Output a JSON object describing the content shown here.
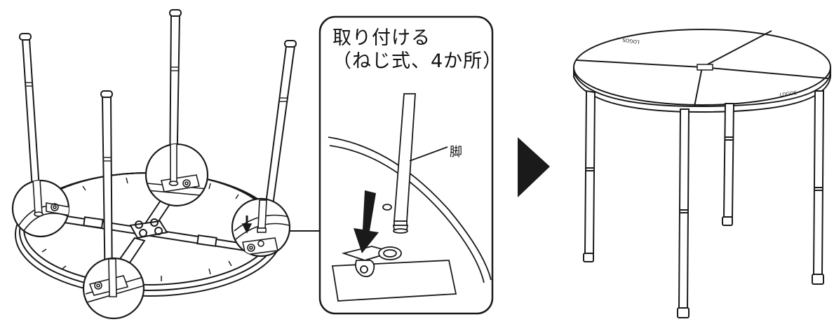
{
  "callout": {
    "title_line1": "取り付ける",
    "title_line2": "（ねじ式、4か所）",
    "leg_label": "脚"
  },
  "brand_mark": "LOGOS",
  "colors": {
    "line": "#1a1a1a",
    "fill": "#ffffff",
    "arrow": "#1a1a1a"
  }
}
